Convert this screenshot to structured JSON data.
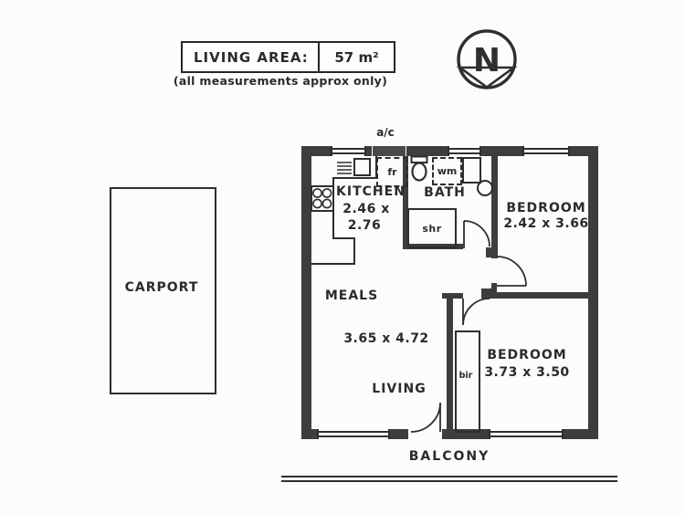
{
  "header": {
    "area_label": "LIVING AREA:",
    "area_value": "57 m²",
    "disclaimer": "(all measurements approx only)",
    "compass_letter": "N"
  },
  "plan": {
    "ac_label": "a/c",
    "kitchen": {
      "name": "KITCHEN",
      "dim_line1": "2.46 x",
      "dim_line2": "2.76"
    },
    "bath": {
      "name": "BATH"
    },
    "fixtures": {
      "fridge": "fr",
      "washing_machine": "wm",
      "shower": "shr",
      "built_in_robe": "bir"
    },
    "bedroom1": {
      "name": "BEDROOM",
      "dims": "2.42 x 3.66"
    },
    "bedroom2": {
      "name": "BEDROOM",
      "dims": "3.73 x 3.50"
    },
    "meals": {
      "name": "MEALS"
    },
    "living": {
      "name": "LIVING"
    },
    "meals_living_dims": "3.65 x 4.72",
    "balcony": {
      "name": "BALCONY"
    },
    "carport": {
      "name": "CARPORT"
    }
  },
  "colors": {
    "ink": "#2e2e2e",
    "wall": "#3d3d3d",
    "paper": "#fcfcfa"
  }
}
